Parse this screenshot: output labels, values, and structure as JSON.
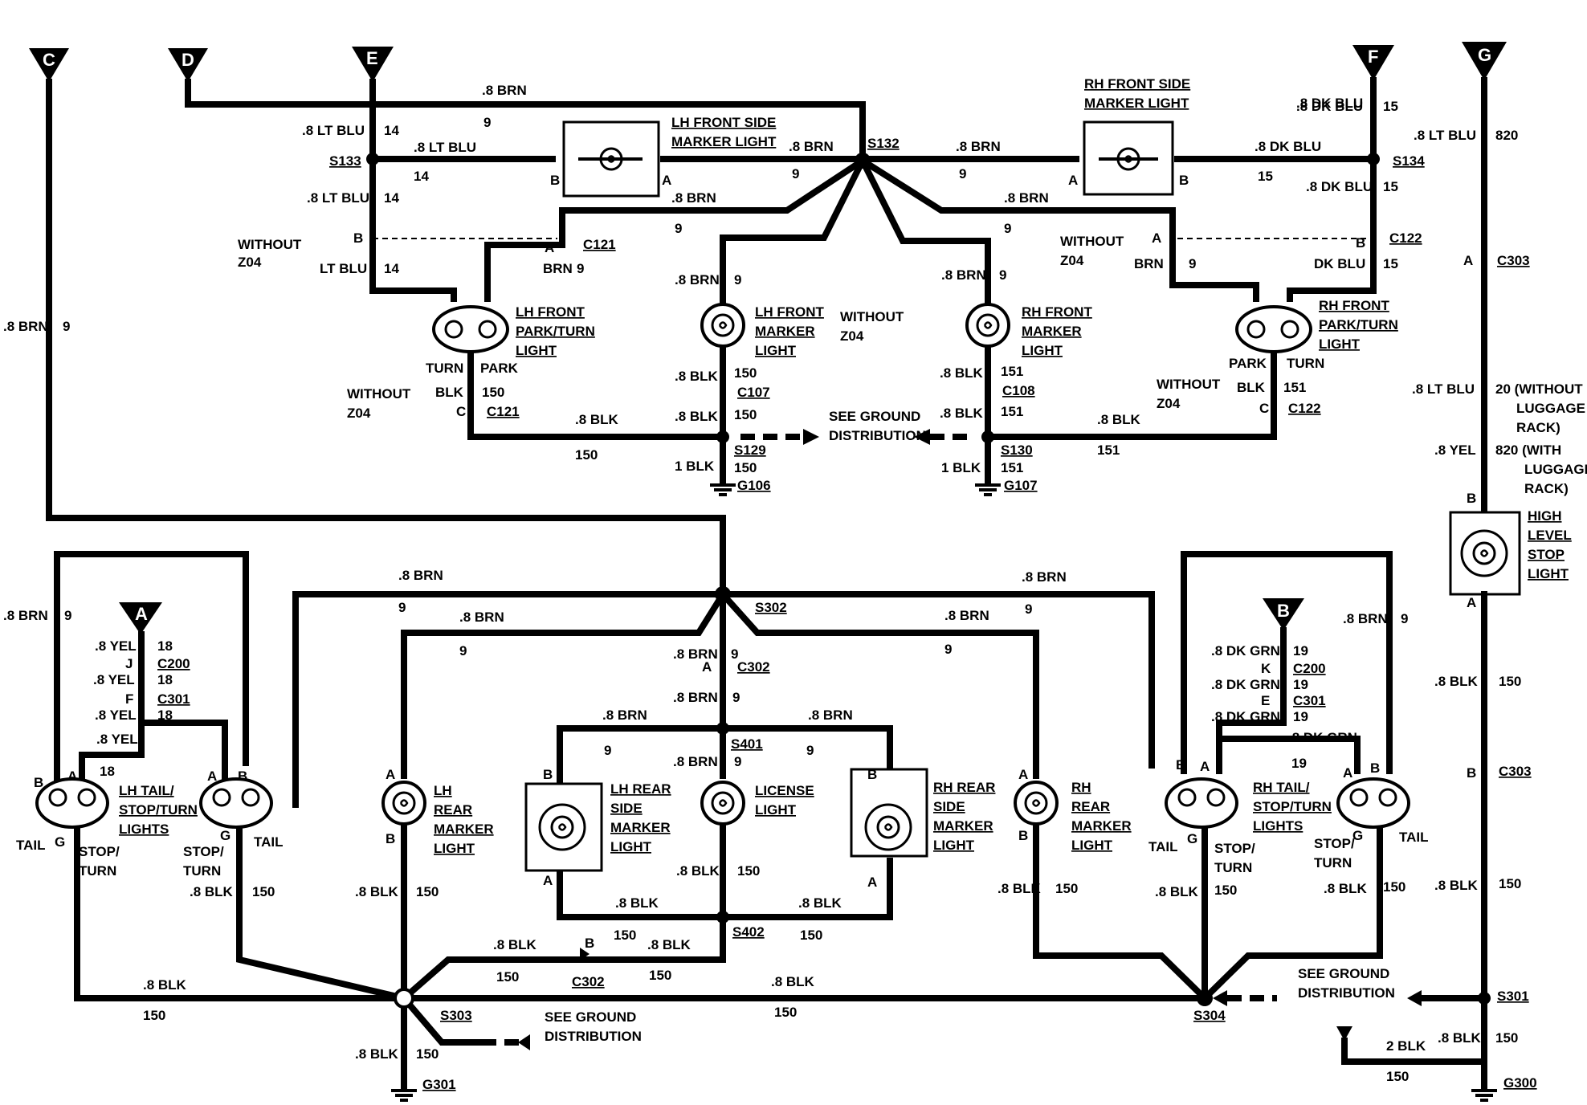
{
  "terminals": {
    "c": "C",
    "d": "D",
    "e": "E",
    "f": "F",
    "g": "G",
    "a": "A",
    "b": "B"
  },
  "wires": {
    "brn": ".8 BRN",
    "lt_blu": ".8 LT BLU",
    "dk_blu": ".8 DK BLU",
    "blk": ".8 BLK",
    "blk1": "1 BLK",
    "blk2": "2 BLK",
    "yel": ".8 YEL",
    "dk_grn": ".8 DK GRN",
    "lt_blu_s": "LT BLU",
    "brn_s": "BRN",
    "dk_blu_s": "DK BLU",
    "blk_s": "BLK",
    "n9": "9",
    "n14": "14",
    "n15": "15",
    "n150": "150",
    "n151": "151",
    "n18": "18",
    "n19": "19",
    "n820": "820",
    "n20": "20 (WITHOUT",
    "n820b": "820 (WITH"
  },
  "notes": {
    "luggage": "LUGGAGE",
    "rack": "RACK)",
    "rack2": "RACK)"
  },
  "splices": {
    "s132": "S132",
    "s133": "S133",
    "s134": "S134",
    "s129": "S129",
    "s130": "S130",
    "s302": "S302",
    "s401": "S401",
    "s402": "S402",
    "s303": "S303",
    "s304": "S304",
    "s301": "S301"
  },
  "connectors": {
    "c121": "C121",
    "c122": "C122",
    "c107": "C107",
    "c108": "C108",
    "c303": "C303",
    "c200": "C200",
    "c301": "C301",
    "c302": "C302"
  },
  "grounds": {
    "g106": "G106",
    "g107": "G107",
    "g301": "G301",
    "g300": "G300"
  },
  "pins": {
    "a": "A",
    "b": "B",
    "c": "C",
    "e": "E",
    "f": "F",
    "g": "G",
    "j": "J",
    "k": "K"
  },
  "without": "WITHOUT",
  "z04": "Z04",
  "gd": {
    "l1": "SEE GROUND",
    "l2": "DISTRIBUTION"
  },
  "lamps": {
    "lh_side": [
      "LH FRONT SIDE",
      "MARKER LIGHT"
    ],
    "rh_side": [
      "RH FRONT SIDE",
      "MARKER LIGHT"
    ],
    "lh_park": [
      "LH FRONT",
      "PARK/TURN",
      "LIGHT"
    ],
    "rh_park": [
      "RH FRONT",
      "PARK/TURN",
      "LIGHT"
    ],
    "lh_marker": [
      "LH FRONT",
      "MARKER",
      "LIGHT"
    ],
    "rh_marker": [
      "RH FRONT",
      "MARKER",
      "LIGHT"
    ],
    "high_stop": [
      "HIGH",
      "LEVEL",
      "STOP",
      "LIGHT"
    ],
    "lh_tail": [
      "LH TAIL/",
      "STOP/TURN",
      "LIGHTS"
    ],
    "rh_tail": [
      "RH TAIL/",
      "STOP/TURN",
      "LIGHTS"
    ],
    "lh_rear_marker": [
      "LH",
      "REAR",
      "MARKER",
      "LIGHT"
    ],
    "rh_rear_marker": [
      "RH",
      "REAR",
      "MARKER",
      "LIGHT"
    ],
    "lh_rear_side": [
      "LH REAR",
      "SIDE",
      "MARKER",
      "LIGHT"
    ],
    "rh_rear_side": [
      "RH REAR",
      "SIDE",
      "MARKER",
      "LIGHT"
    ],
    "license": [
      "LICENSE",
      "LIGHT"
    ]
  },
  "funcs": {
    "turn": "TURN",
    "park": "PARK",
    "tail": "TAIL",
    "stop": "STOP/",
    "turn2": "TURN"
  }
}
